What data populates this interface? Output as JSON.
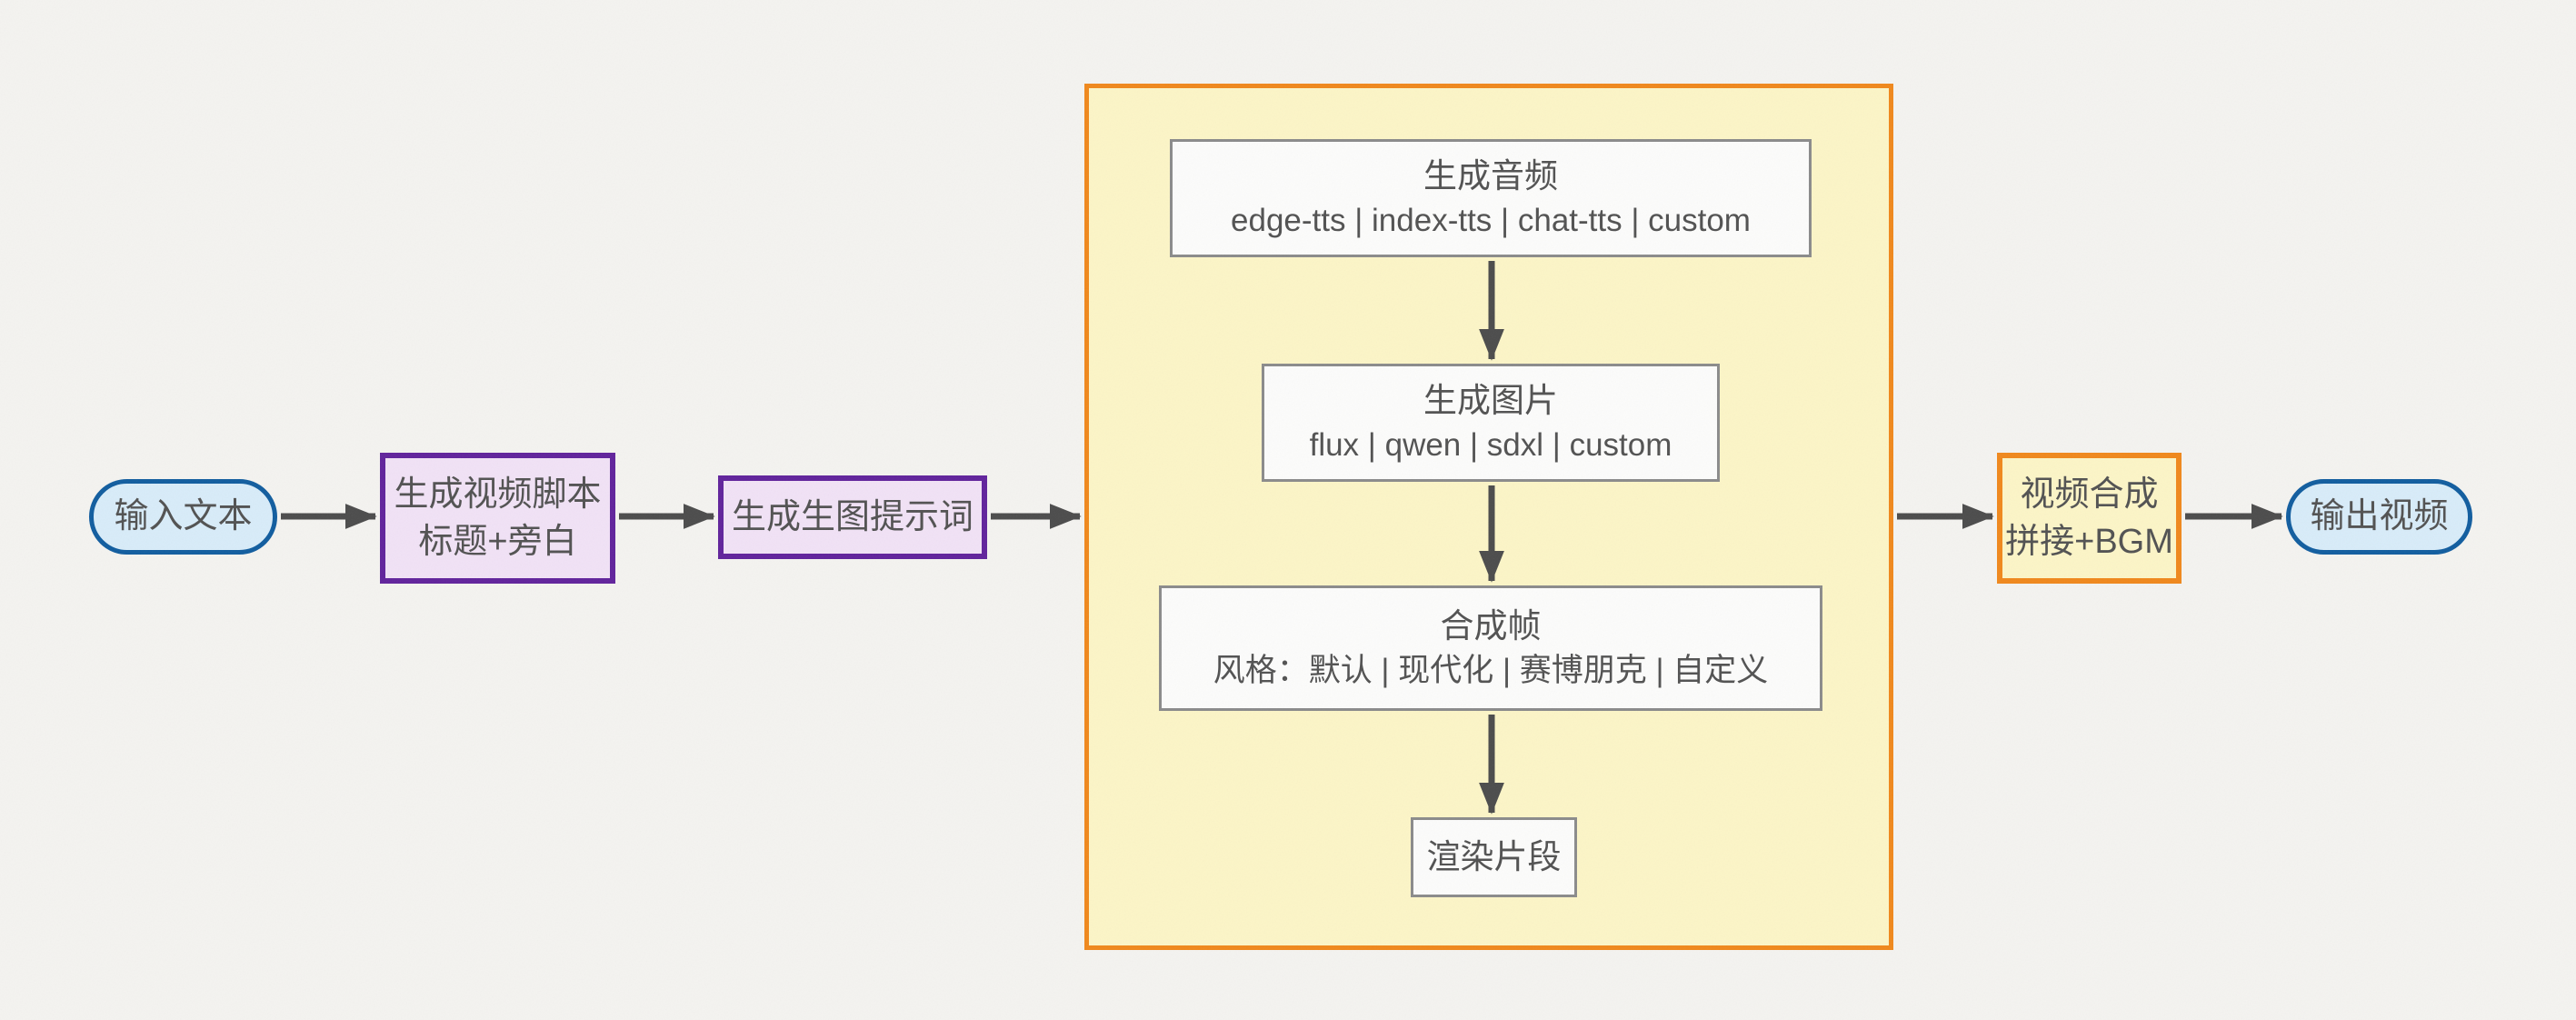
{
  "diagram_type": "flowchart",
  "nodes": {
    "input_text": {
      "label": "输入文本"
    },
    "script": {
      "line1": "生成视频脚本",
      "line2": "标题+旁白"
    },
    "image_prompt": {
      "label": "生成生图提示词"
    },
    "gen_audio": {
      "line1": "生成音频",
      "line2": "edge-tts | index-tts | chat-tts | custom"
    },
    "gen_image": {
      "line1": "生成图片",
      "line2": "flux | qwen | sdxl | custom"
    },
    "compose_frame": {
      "line1": "合成帧",
      "line2": "风格：默认 | 现代化 | 赛博朋克 | 自定义"
    },
    "render_clip": {
      "label": "渲染片段"
    },
    "video_compose": {
      "line1": "视频合成",
      "line2": "拼接+BGM"
    },
    "output_video": {
      "label": "输出视频"
    }
  },
  "colors": {
    "background": "#f4f3f0",
    "arrow": "#4c4c4c",
    "text": "#525252",
    "stadium_fill": "#d8ecf9",
    "stadium_border": "#115d9f",
    "purple_fill": "#f1e2f6",
    "purple_border": "#61239c",
    "yellow_fill": "#fcf5c7",
    "orange_border": "#f0881c",
    "white_box_fill": "#fcfcfb",
    "white_box_border": "#8b8b8b"
  }
}
